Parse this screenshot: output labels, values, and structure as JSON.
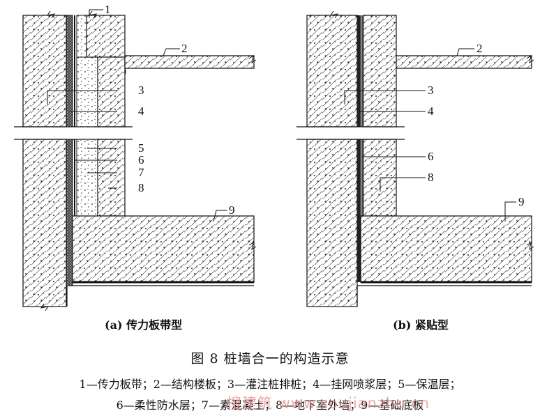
{
  "diagram": {
    "panel_a": {
      "caption": "(a) 传力板带型",
      "labels": [
        "1",
        "2",
        "3",
        "4",
        "5",
        "6",
        "7",
        "8",
        "9"
      ]
    },
    "panel_b": {
      "caption": "(b) 紧贴型",
      "labels": [
        "2",
        "3",
        "4",
        "6",
        "8",
        "9"
      ]
    }
  },
  "figure": {
    "title": "图 8    桩墙合一的构造示意",
    "legend_line1": "1—传力板带；2—结构楼板；3—灌注桩排桩；4—挂网喷浆层；5—保温层；",
    "legend_line2": "6—柔性防水层；7—素混凝土；8—地下室外墙；9—基础底板"
  },
  "watermark": "搜建筑 www.soujianzhu.cn",
  "colors": {
    "ink": "#111111",
    "watermark": "#e58a8a"
  }
}
